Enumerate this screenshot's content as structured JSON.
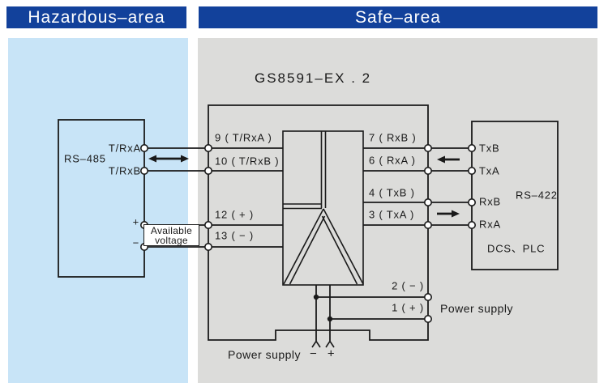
{
  "colors": {
    "header_bg": "#12419b",
    "hazardous_panel_bg": "#c8e4f7",
    "safe_panel_bg": "#dcdcda",
    "line": "#1a1a1a"
  },
  "headers": {
    "hazardous": "Hazardous–area",
    "safe": "Safe–area"
  },
  "title": "GS8591–EX . 2",
  "hazardous_device": {
    "name": "RS–485",
    "terminal_a": "T/RxA",
    "terminal_b": "T/RxB",
    "plus": "+",
    "minus": "−",
    "note_line1": "Available",
    "note_line2": "voltage"
  },
  "isolator": {
    "t9": "9 ( T/RxA )",
    "t10": "10 ( T/RxB )",
    "t12": "12 ( + )",
    "t13": "13 ( − )",
    "t7": "7 ( RxB )",
    "t6": "6 ( RxA )",
    "t4": "4 ( TxB )",
    "t3": "3 ( TxA )",
    "t2": "2 ( − )",
    "t1": "1 ( + )"
  },
  "safe_device": {
    "name": "RS–422",
    "system": "DCS、PLC",
    "txb": "TxB",
    "txa": "TxA",
    "rxb": "RxB",
    "rxa": "RxA"
  },
  "power": {
    "supply_right": "Power supply",
    "supply_bottom": "Power supply",
    "polarity": "− +"
  }
}
